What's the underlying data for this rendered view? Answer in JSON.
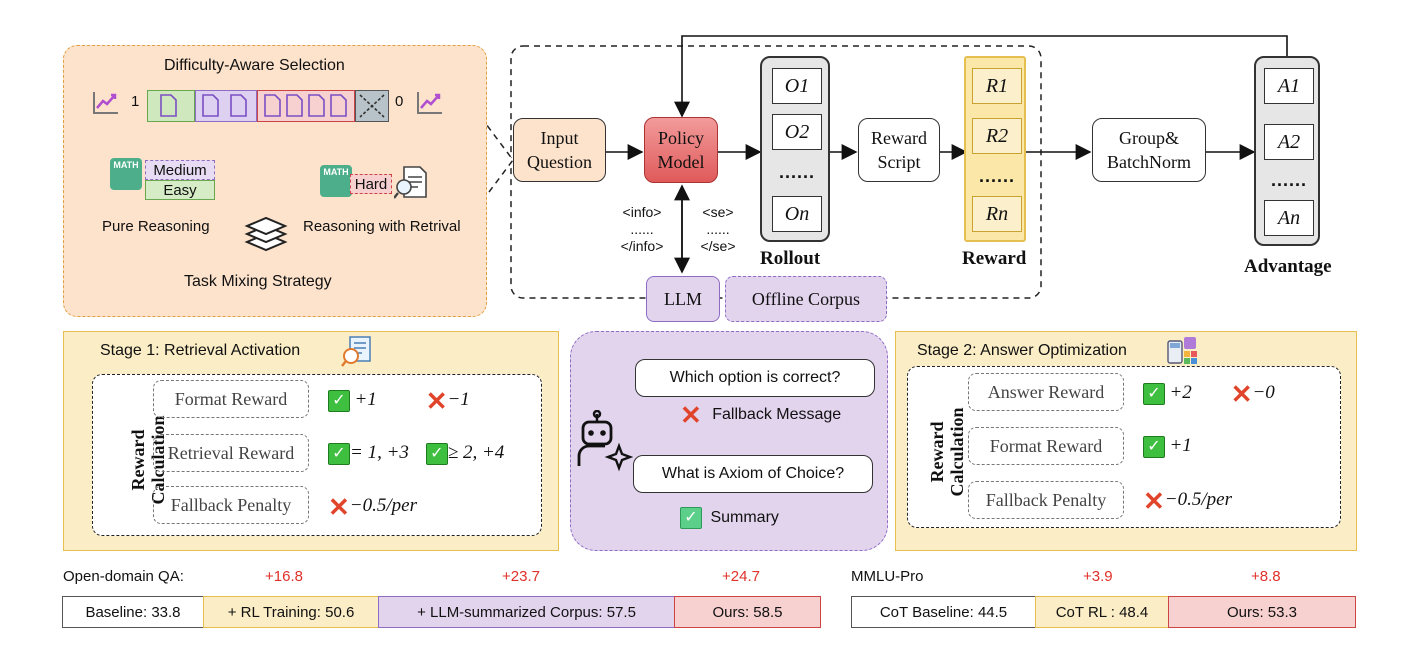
{
  "selection": {
    "title": "Difficulty-Aware Selection",
    "scale_high": "1",
    "scale_low": "0",
    "medium": "Medium",
    "easy": "Easy",
    "hard": "Hard",
    "math_tag": "MATH",
    "pure_reasoning": "Pure Reasoning",
    "reasoning_retrieval": "Reasoning with Retrival",
    "mixing": "Task Mixing Strategy"
  },
  "pipeline": {
    "input_question": "Input Question",
    "policy_model": "Policy Model",
    "reward_script": "Reward Script",
    "group_norm": "Group& BatchNorm",
    "rollout": "Rollout",
    "reward": "Reward",
    "advantage": "Advantage",
    "llm": "LLM",
    "offline_corpus": "Offline Corpus",
    "info_open": "<info>",
    "info_dots": "......",
    "info_close": "</info>",
    "se_open": "<se>",
    "se_dots": "......",
    "se_close": "</se>",
    "dots": "......",
    "rollout_items": [
      "O1",
      "O2",
      "On"
    ],
    "reward_items": [
      "R1",
      "R2",
      "Rn"
    ],
    "advantage_items": [
      "A1",
      "A2",
      "An"
    ]
  },
  "stage1": {
    "title": "Stage 1: Retrieval Activation",
    "side_label_1": "Reward",
    "side_label_2": "Calculation",
    "format_reward": "Format Reward",
    "format_plus": "+1",
    "format_minus": "−1",
    "retrieval_reward": "Retrieval Reward",
    "retrieval_a": "= 1, +3",
    "retrieval_b": "≥ 2, +4",
    "fallback_penalty": "Fallback Penalty",
    "fallback_value": "−0.5/per"
  },
  "middle": {
    "q1": "Which option is correct?",
    "fallback": "Fallback Message",
    "q2": "What is Axiom of Choice?",
    "summary": "Summary"
  },
  "stage2": {
    "title": "Stage 2: Answer Optimization",
    "side_label_1": "Reward",
    "side_label_2": "Calculation",
    "answer_reward": "Answer Reward",
    "answer_plus": "+2",
    "answer_minus": "−0",
    "format_reward": "Format Reward",
    "format_plus": "+1",
    "fallback_penalty": "Fallback Penalty",
    "fallback_value": "−0.5/per"
  },
  "results": {
    "qa_label": "Open-domain QA:",
    "qa_deltas": [
      "+16.8",
      "+23.7",
      "+24.7"
    ],
    "qa_bars": [
      "Baseline: 33.8",
      "+ RL Training: 50.6",
      "+ LLM-summarized Corpus: 57.5",
      "Ours: 58.5"
    ],
    "mmlu_label": "MMLU-Pro",
    "mmlu_deltas": [
      "+3.9",
      "+8.8"
    ],
    "mmlu_bars": [
      "CoT Baseline: 44.5",
      "CoT RL : 48.4",
      "Ours: 53.3"
    ]
  },
  "colors": {
    "peach": "#fde3cc",
    "policy_red": "#ea6b6b",
    "yellow_panel": "#fbeec6",
    "purple_panel": "#e3d4ee",
    "green_bar": "#d8ecc8",
    "check_green": "#3fbf3f",
    "cross_red": "#e0452b"
  }
}
